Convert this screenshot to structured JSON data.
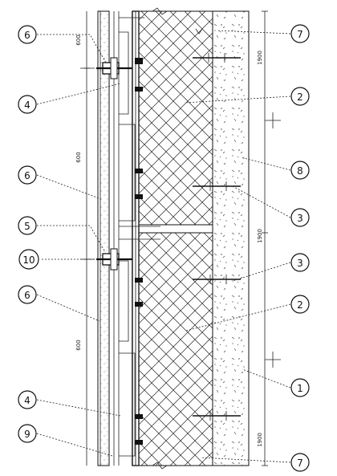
{
  "callouts": [
    {
      "label": "6"
    },
    {
      "label": "4"
    },
    {
      "label": "6"
    },
    {
      "label": "5"
    },
    {
      "label": "10"
    },
    {
      "label": "6"
    },
    {
      "label": "4"
    },
    {
      "label": "9"
    },
    {
      "label": "7"
    },
    {
      "label": "2"
    },
    {
      "label": "8"
    },
    {
      "label": "3"
    },
    {
      "label": "3"
    },
    {
      "label": "2"
    },
    {
      "label": "1"
    },
    {
      "label": "7"
    }
  ],
  "dimensions": {
    "left_top": "600",
    "left_mid": "600",
    "left_bottom": "600",
    "right_top": "1900",
    "right_mid": "1900",
    "right_bottom": "1900"
  }
}
